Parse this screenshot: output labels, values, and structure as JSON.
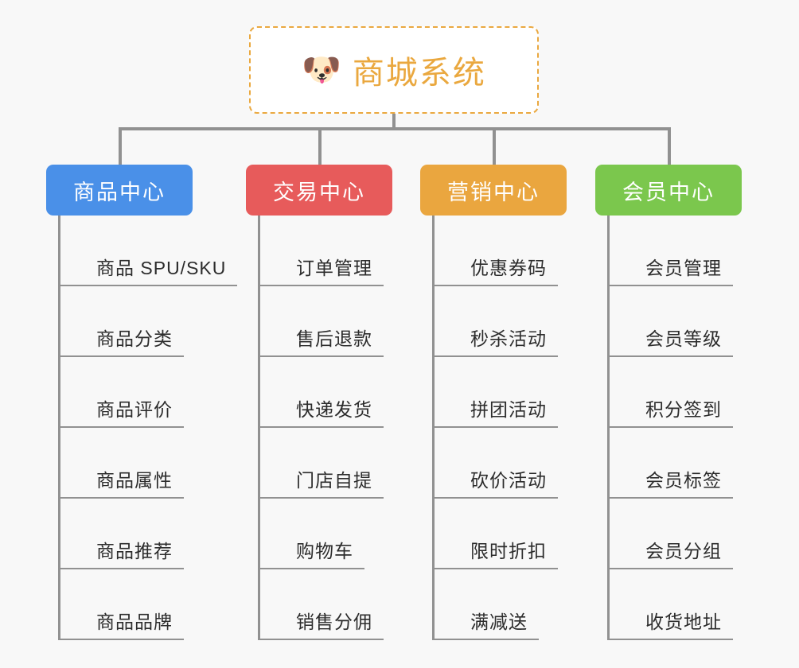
{
  "root": {
    "icon": "dog-face-emoji",
    "icon_glyph": "🐶",
    "title": "商城系统",
    "border_color": "#eaa83f",
    "text_color": "#eaa83f"
  },
  "connector_color": "#919191",
  "background_color": "#f8f8f8",
  "branches": [
    {
      "title": "商品中心",
      "color": "#4a90e8",
      "items": [
        {
          "label": "商品 SPU/SKU"
        },
        {
          "label": "商品分类"
        },
        {
          "label": "商品评价"
        },
        {
          "label": "商品属性"
        },
        {
          "label": "商品推荐"
        },
        {
          "label": "商品品牌"
        }
      ]
    },
    {
      "title": "交易中心",
      "color": "#e75b5b",
      "items": [
        {
          "label": "订单管理"
        },
        {
          "label": "售后退款"
        },
        {
          "label": "快递发货"
        },
        {
          "label": "门店自提"
        },
        {
          "label": "购物车"
        },
        {
          "label": "销售分佣"
        }
      ]
    },
    {
      "title": "营销中心",
      "color": "#eaa63f",
      "items": [
        {
          "label": "优惠券码"
        },
        {
          "label": "秒杀活动"
        },
        {
          "label": "拼团活动"
        },
        {
          "label": "砍价活动"
        },
        {
          "label": "限时折扣"
        },
        {
          "label": "满减送"
        }
      ]
    },
    {
      "title": "会员中心",
      "color": "#7bc74d",
      "items": [
        {
          "label": "会员管理"
        },
        {
          "label": "会员等级"
        },
        {
          "label": "积分签到"
        },
        {
          "label": "会员标签"
        },
        {
          "label": "会员分组"
        },
        {
          "label": "收货地址"
        }
      ]
    }
  ]
}
